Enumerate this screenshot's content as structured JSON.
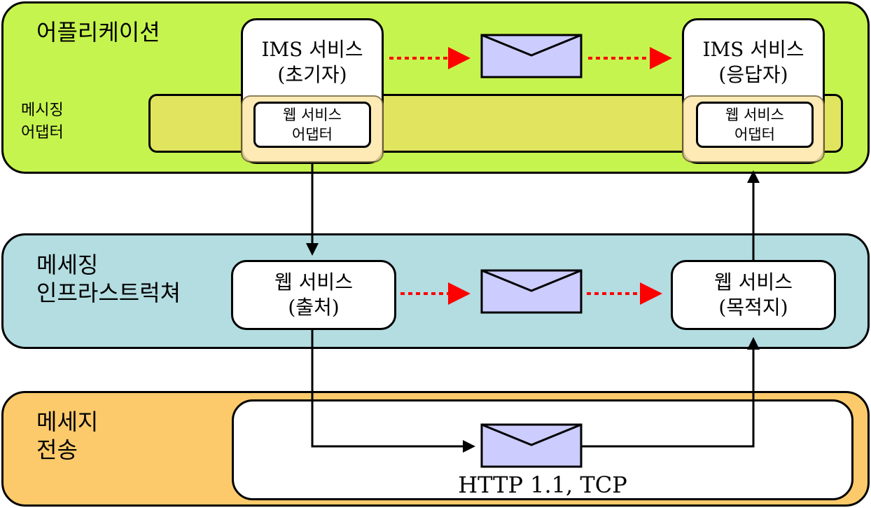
{
  "layers": {
    "application": {
      "title": "어플리케이션"
    },
    "infrastructure": {
      "title_line1": "메세징",
      "title_line2": "인프라스트럭쳐"
    },
    "transport": {
      "title_line1": "메세지",
      "title_line2": "전송"
    }
  },
  "messaging_adapter": {
    "line1": "메시징",
    "line2": "어댑터"
  },
  "ims_initiator": {
    "line1": "IMS 서비스",
    "line2": "(초기자)"
  },
  "ims_responder": {
    "line1": "IMS 서비스",
    "line2": "(응답자)"
  },
  "ws_adapter_left": {
    "line1": "웹 서비스",
    "line2": "어댑터"
  },
  "ws_adapter_right": {
    "line1": "웹 서비스",
    "line2": "어댑터"
  },
  "ws_source": {
    "line1": "웹 서비스",
    "line2": "(출처)"
  },
  "ws_destination": {
    "line1": "웹 서비스",
    "line2": "(목적지)"
  },
  "protocol": "HTTP 1.1, TCP",
  "colors": {
    "application_layer": "#c6f44e",
    "infrastructure_layer": "#b3dde1",
    "transport_layer": "#fcca6b",
    "adapter_band": "#e0e45e",
    "envelope": "#ccccff",
    "dotted_arrow": "#ff0000"
  }
}
